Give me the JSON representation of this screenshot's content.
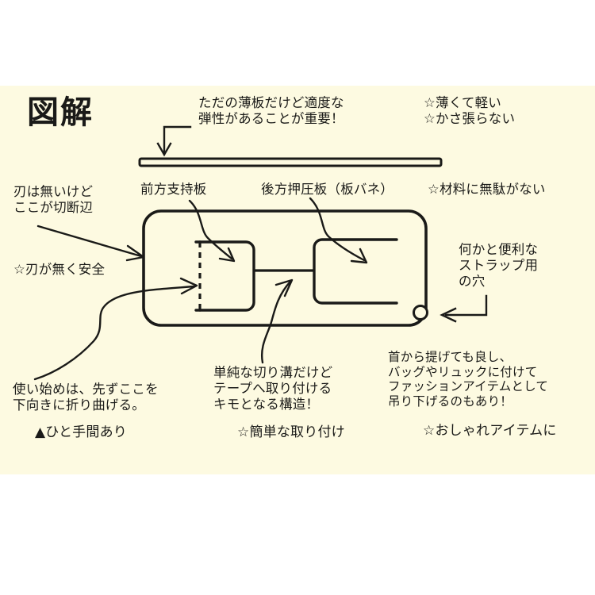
{
  "page": {
    "title": "図解",
    "background_white": "#ffffff",
    "background_band": "#fdfae1",
    "ink": "#1a1a18"
  },
  "annotations": {
    "top_plate_note": "ただの薄板だけど適度な\n弾性があることが重要！",
    "merit_thin_light": "☆薄くて軽い\n☆かさ張らない",
    "front_support_plate": "前方支持板",
    "rear_press_plate": "後方押圧板（板バネ）",
    "merit_no_waste": "☆材料に無駄がない",
    "no_blade_note": "刃は無いけど\nここが切断辺",
    "merit_safe": "☆刃が無く安全",
    "strap_hole_note": "何かと便利な\nストラップ用\nの穴",
    "first_use_note": "使い始めは、先ずここを\n下向きに折り曲げる。",
    "caution_one_step": "▲ひと手間あり",
    "groove_note": "単純な切り溝だけど\nテープへ取り付ける\nキモとなる構造！",
    "merit_easy_attach": "☆簡単な取り付け",
    "wear_note": "首から提げても良し、\nバッグやリュックに付けて\nファッションアイテムとして\n吊り下げるのもあり！",
    "merit_fashion": "☆おしゃれアイテムに"
  },
  "diagram": {
    "thin_plate_label": "thin-spring-plate",
    "body_label": "main-body-outline",
    "front_plate_label": "front-support-plate-shape",
    "rear_plate_label": "rear-press-plate-shape",
    "slot_label": "connector-slot",
    "hole_label": "strap-hole",
    "dashed_edge_label": "cutting-edge-dashed"
  }
}
